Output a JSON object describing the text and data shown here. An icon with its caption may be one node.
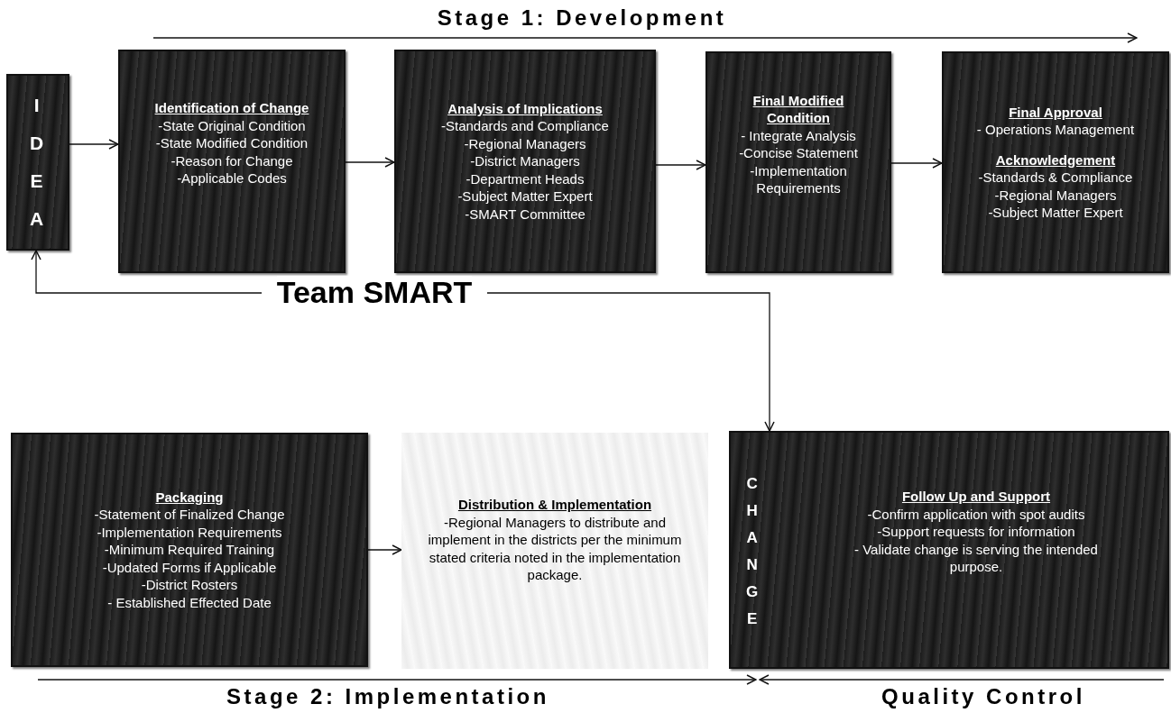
{
  "diagram": {
    "nodes": [
      {
        "text": [
          "IDEA"
        ]
      },
      {
        "text": [
          "Identification of Change",
          "-State Original Condition",
          "-State Modified Condition",
          "-Reason for Change",
          "-Applicable Codes"
        ]
      },
      {
        "text": [
          "Analysis of Implications",
          "-Standards and Compliance",
          "-Regional Managers",
          "-District Managers",
          "-Department Heads",
          "-Subject Matter Expert",
          "-SMART Committee"
        ]
      },
      {
        "text": [
          "Final Modified Condition",
          "- Integrate Analysis",
          "-Concise Statement",
          "-Implementation Requirements"
        ]
      },
      {
        "text": [
          "Final Approval",
          "- Operations Management",
          "Acknowledgement",
          "-Standards & Compliance",
          "-Regional Managers",
          "-Subject Matter Expert"
        ]
      },
      {
        "text": [
          "Team SMART"
        ]
      },
      {
        "text": [
          "Packaging",
          "-Statement of Finalized Change",
          "-Implementation Requirements",
          "-Minimum Required Training",
          "-Updated Forms if Applicable",
          "-District Rosters",
          "- Established Effected Date"
        ]
      },
      {
        "text": [
          "Distribution & Implementation",
          "-Regional Managers to distribute and implement in the districts per the minimum stated criteria noted in the implementation package."
        ]
      },
      {
        "text": [
          "CHANGE",
          "Follow Up and Support",
          "-Confirm application with spot audits",
          "-Support requests for information",
          "- Validate change is serving the intended purpose."
        ]
      }
    ],
    "edges": [
      {
        "from": 0,
        "to": 1,
        "arrow": "to"
      },
      {
        "from": 1,
        "to": 2,
        "arrow": "to"
      },
      {
        "from": 2,
        "to": 3,
        "arrow": "to"
      },
      {
        "from": 3,
        "to": 4,
        "arrow": "to"
      },
      {
        "from": 5,
        "to": 0,
        "arrow": "to"
      },
      {
        "from": 5,
        "to": 8,
        "arrow": "to"
      },
      {
        "from": 6,
        "to": 7,
        "arrow": "to"
      }
    ],
    "labels": [
      "Stage 1: Development",
      "Stage 2: Implementation",
      "Quality Control"
    ]
  }
}
